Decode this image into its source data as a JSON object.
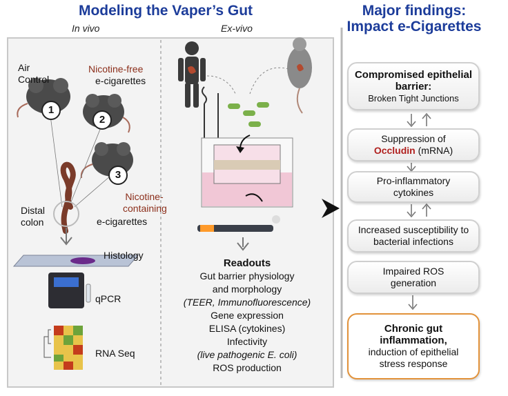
{
  "titles": {
    "main": "Modeling the Vaper’s Gut",
    "right": "Major findings: Impact e-Cigarettes"
  },
  "subtitles": {
    "in_vivo": "In vivo",
    "ex_vivo": "Ex-vivo"
  },
  "in_vivo": {
    "air_control": "Air Control",
    "nicotine_free": "Nicotine-free",
    "e_cig_1": "e-cigarettes",
    "nicotine_containing": "Nicotine-containing",
    "e_cig_2": "e-cigarettes",
    "distal_colon": "Distal colon",
    "markers": [
      "1",
      "2",
      "3"
    ],
    "methods": [
      "Histology",
      "qPCR",
      "RNA Seq"
    ]
  },
  "readouts": {
    "heading": "Readouts",
    "lines": [
      {
        "text": "Gut barrier physiology",
        "italic": false
      },
      {
        "text": "and morphology",
        "italic": false
      },
      {
        "text": "(TEER, Immunofluorescence)",
        "italic": true
      },
      {
        "text": "Gene expression",
        "italic": false
      },
      {
        "text": "ELISA (cytokines)",
        "italic": false
      },
      {
        "text": "Infectivity",
        "italic": false
      },
      {
        "text": "(live pathogenic E. coli)",
        "italic": true
      },
      {
        "text": "ROS production",
        "italic": false
      }
    ]
  },
  "findings": {
    "f1_bold": "Compromised epithelial barrier:",
    "f1_text": "Broken Tight Junctions",
    "f2_a": "Suppression of",
    "f2_occludin": "Occludin",
    "f2_b": "(mRNA)",
    "f3": "Pro-inflammatory cytokines",
    "f4": "Increased susceptibility to bacterial infections",
    "f5": "Impaired ROS generation",
    "f6_bold": "Chronic gut inflammation,",
    "f6_text": "induction of epithelial stress response"
  },
  "colors": {
    "title": "#1c3c9a",
    "brown": "#8b2e1a",
    "occludin": "#b0201e",
    "final_border": "#e2923a"
  }
}
